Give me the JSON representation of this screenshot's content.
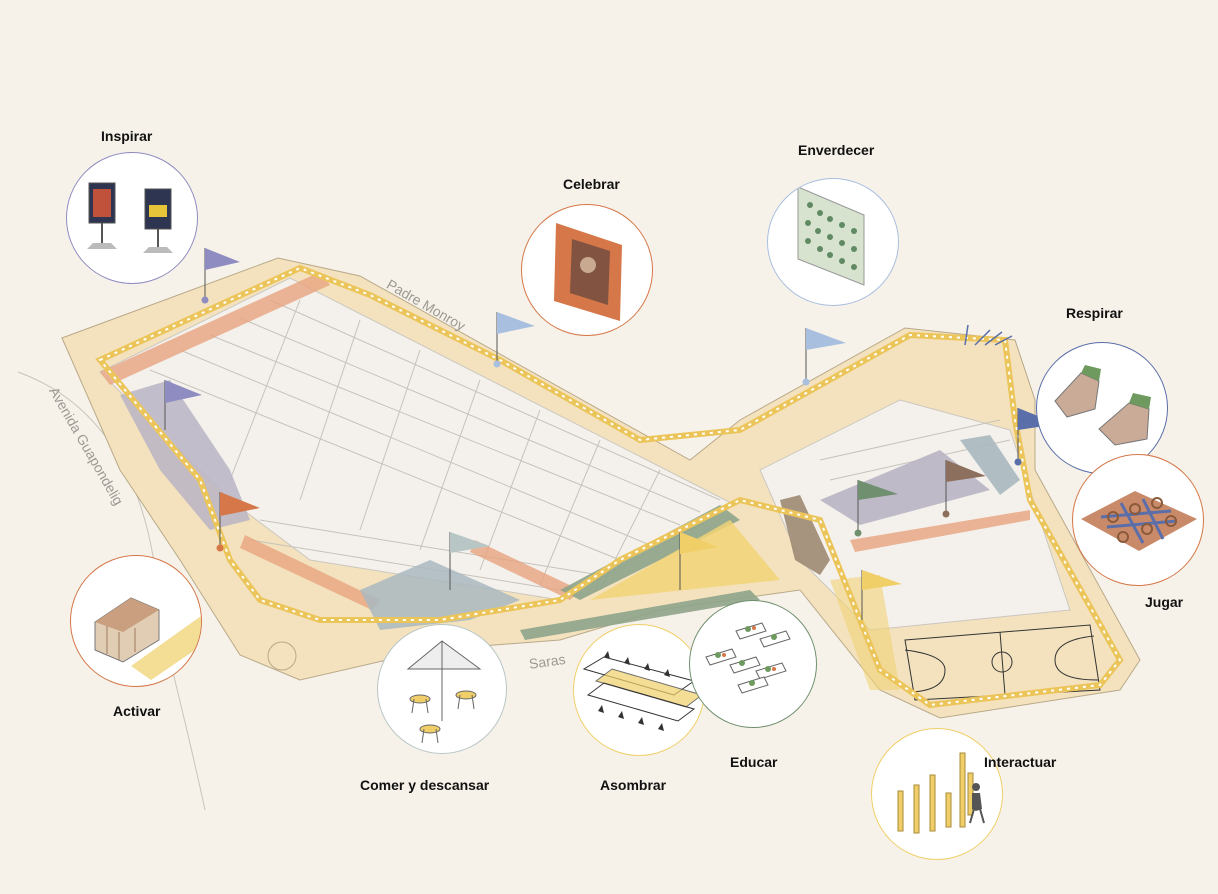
{
  "streets": {
    "avenida": "Avenida Guapondelig",
    "padre_monroy": "Padre Monroy",
    "saras": "Saras"
  },
  "actions": {
    "inspirar": "Inspirar",
    "celebrar": "Celebrar",
    "enverdecer": "Enverdecer",
    "respirar": "Respirar",
    "jugar": "Jugar",
    "activar": "Activar",
    "comer": "Comer y descansar",
    "asombrar": "Asombrar",
    "educar": "Educar",
    "interactuar": "Interactuar"
  },
  "colors": {
    "background": "#f7f2e9",
    "site": "#f3e2bd",
    "path": "#ecc55a",
    "orange_strip": "#e8a47f",
    "green_zone": "#8ea48a",
    "grey_zone": "#a9b8c0",
    "purple_zone": "#b9b4c4",
    "brown_zone": "#9e8a73",
    "yellow_zone": "#f1d377",
    "flag_purple": "#8f8cc1",
    "flag_blue": "#a9bfdf",
    "flag_orange": "#d57748",
    "flag_green": "#6f8f6e",
    "flag_brown": "#8c6f5c",
    "flag_yellow": "#f0cf68",
    "flag_navy": "#5a6eaa"
  },
  "icons": [
    "billboard-icon",
    "mural-icon",
    "green-wall-icon",
    "planter-icon",
    "playground-grid-icon",
    "kiosk-icon",
    "umbrella-table-icon",
    "shade-canopy-icon",
    "garden-bed-icon",
    "light-post-icon"
  ]
}
